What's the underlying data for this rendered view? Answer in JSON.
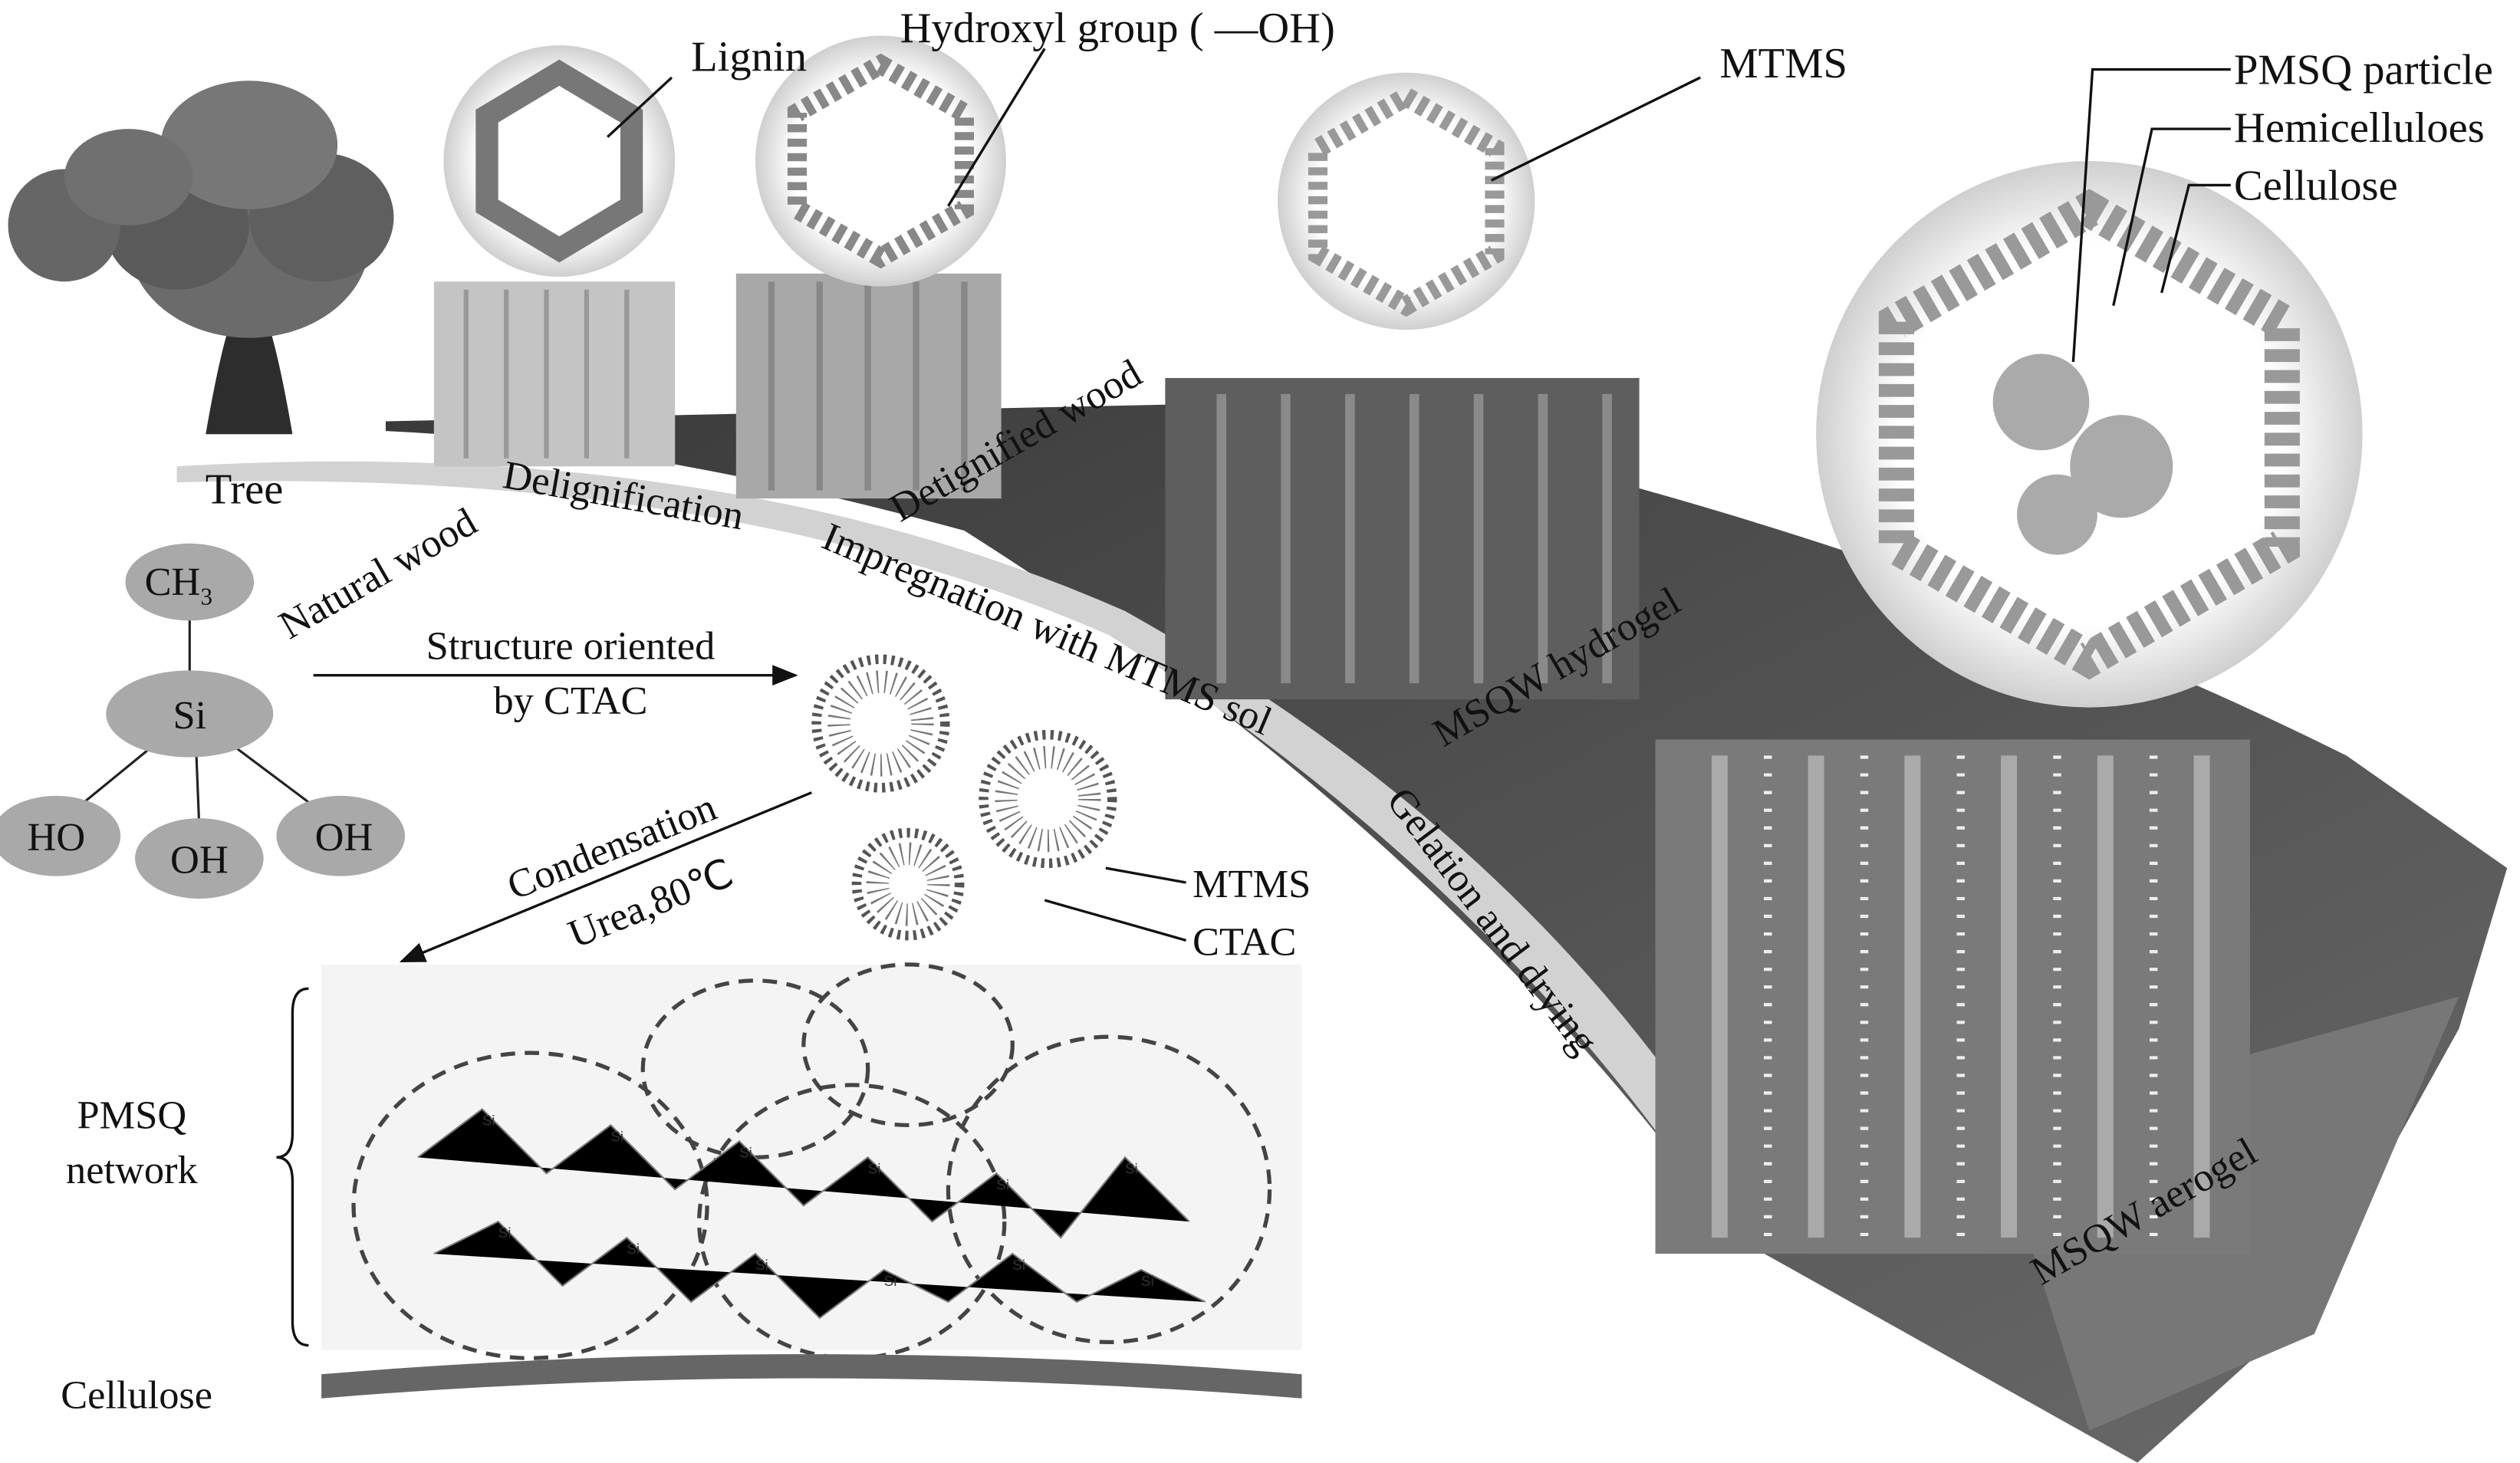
{
  "title_labels": {
    "lignin": "Lignin",
    "hydroxyl": "Hydroxyl group ( —OH)",
    "mtms_top": "MTMS",
    "pmsq_particle": "PMSQ particle",
    "hemicellulose": "Hemicelluloes",
    "cellulose_top": "Cellulose"
  },
  "process": {
    "tree": "Tree",
    "natural_wood": "Natural wood",
    "delignification": "Delignification",
    "delignified_wood": "Detignified wood",
    "impregnation": "Impregnation with MTMS sol",
    "hydrogel": "MSQW hydrogel",
    "gelation": "Gelation and drying",
    "aerogel": "MSQW aerogel"
  },
  "molecule": {
    "ch3": "CH",
    "ch3_sub": "3",
    "si": "Si",
    "ho": "HO",
    "oh1": "OH",
    "oh2": "OH"
  },
  "arrows": {
    "structure_line1": "Structure oriented",
    "structure_line2": "by CTAC",
    "condensation": "Condensation",
    "urea": "Urea,80℃"
  },
  "micelle_labels": {
    "mtms": "MTMS",
    "ctac": "CTAC"
  },
  "network": {
    "pmsq_line1": "PMSQ",
    "pmsq_line2": "network",
    "cellulose": "Cellulose"
  },
  "colors": {
    "band_light": "#d8d8d8",
    "band_dark": "#4a4a4a",
    "ellipse_fill": "#a9a9a9"
  }
}
